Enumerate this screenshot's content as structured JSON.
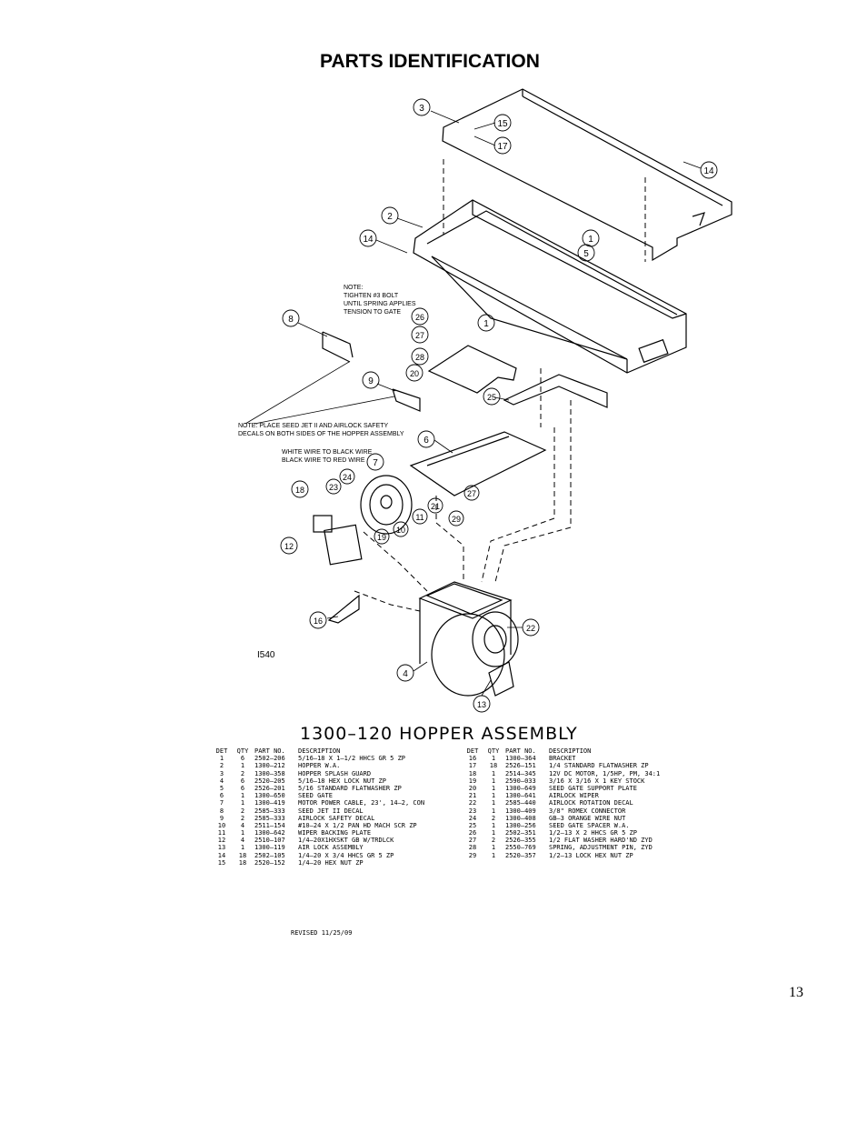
{
  "page": {
    "title": "PARTS IDENTIFICATION",
    "page_number": "13"
  },
  "diagram": {
    "drawing_id": "I540",
    "callouts": [
      "3",
      "15",
      "17",
      "14",
      "2",
      "14",
      "1",
      "5",
      "8",
      "26",
      "27",
      "28",
      "20",
      "1",
      "9",
      "25",
      "6",
      "7",
      "24",
      "23",
      "18",
      "27",
      "21",
      "29",
      "11",
      "10",
      "19",
      "12",
      "16",
      "22",
      "4",
      "13"
    ],
    "notes": {
      "gate_note": [
        "NOTE:",
        "TIGHTEN #3 BOLT",
        "UNTIL SPRING APPLIES",
        "TENSION TO GATE"
      ],
      "decal_note": [
        "NOTE:  PLACE SEED JET II AND AIRLOCK SAFETY",
        "DECALS ON BOTH SIDES OF THE HOPPER ASSEMBLY"
      ],
      "wire_note": [
        "WHITE WIRE TO BLACK WIRE",
        "BLACK WIRE TO RED WIRE"
      ]
    }
  },
  "assembly": {
    "title": "1300–120  HOPPER  ASSEMBLY",
    "headers": {
      "det": "DET",
      "qty": "QTY",
      "part": "PART NO.",
      "desc": "DESCRIPTION"
    },
    "left_rows": [
      {
        "det": "1",
        "qty": "6",
        "part": "2502–206",
        "desc": "5/16–18 X 1–1/2 HHCS GR 5 ZP"
      },
      {
        "det": "2",
        "qty": "1",
        "part": "1300–212",
        "desc": "HOPPER W.A."
      },
      {
        "det": "3",
        "qty": "2",
        "part": "1300–358",
        "desc": "HOPPER SPLASH GUARD"
      },
      {
        "det": "4",
        "qty": "6",
        "part": "2520–205",
        "desc": "5/16–18 HEX LOCK NUT ZP"
      },
      {
        "det": "5",
        "qty": "6",
        "part": "2526–201",
        "desc": "5/16 STANDARD FLATWASHER ZP"
      },
      {
        "det": "6",
        "qty": "1",
        "part": "1300–650",
        "desc": "SEED GATE"
      },
      {
        "det": "7",
        "qty": "1",
        "part": "1300–419",
        "desc": "MOTOR POWER CABLE, 23', 14–2, CON"
      },
      {
        "det": "8",
        "qty": "2",
        "part": "2585–333",
        "desc": "SEED JET II DECAL"
      },
      {
        "det": "9",
        "qty": "2",
        "part": "2585–333",
        "desc": "AIRLOCK SAFETY DECAL"
      },
      {
        "det": "10",
        "qty": "4",
        "part": "2511–154",
        "desc": "#10–24 X 1/2 PAN HD MACH SCR ZP"
      },
      {
        "det": "11",
        "qty": "1",
        "part": "1300–642",
        "desc": "WIPER BACKING PLATE"
      },
      {
        "det": "12",
        "qty": "4",
        "part": "2510–107",
        "desc": "1/4–20X1HXSKT GB W/TRDLCK"
      },
      {
        "det": "13",
        "qty": "1",
        "part": "1300–119",
        "desc": "AIR LOCK ASSEMBLY"
      },
      {
        "det": "14",
        "qty": "18",
        "part": "2502–105",
        "desc": "1/4–20 X 3/4 HHCS GR 5 ZP"
      },
      {
        "det": "15",
        "qty": "18",
        "part": "2520–152",
        "desc": "1/4–20 HEX NUT ZP"
      }
    ],
    "right_rows": [
      {
        "det": "16",
        "qty": "1",
        "part": "1300–364",
        "desc": "BRACKET"
      },
      {
        "det": "17",
        "qty": "18",
        "part": "2526–151",
        "desc": "1/4 STANDARD FLATWASHER ZP"
      },
      {
        "det": "18",
        "qty": "1",
        "part": "2514–345",
        "desc": "12V DC MOTOR, 1/5HP, PM, 34:1"
      },
      {
        "det": "19",
        "qty": "1",
        "part": "2590–033",
        "desc": "3/16 X 3/16 X 1 KEY STOCK"
      },
      {
        "det": "20",
        "qty": "1",
        "part": "1300–649",
        "desc": "SEED GATE SUPPORT PLATE"
      },
      {
        "det": "21",
        "qty": "1",
        "part": "1300–641",
        "desc": "AIRLOCK WIPER"
      },
      {
        "det": "22",
        "qty": "1",
        "part": "2585–440",
        "desc": "AIRLOCK ROTATION DECAL"
      },
      {
        "det": "23",
        "qty": "1",
        "part": "1300–409",
        "desc": "3/8\" ROMEX CONNECTOR"
      },
      {
        "det": "24",
        "qty": "2",
        "part": "1300–408",
        "desc": "GB–3 ORANGE WIRE NUT"
      },
      {
        "det": "25",
        "qty": "1",
        "part": "1300–256",
        "desc": "SEED GATE SPACER W.A."
      },
      {
        "det": "26",
        "qty": "1",
        "part": "2502–351",
        "desc": "1/2–13 X 2 HHCS GR 5 ZP"
      },
      {
        "det": "27",
        "qty": "2",
        "part": "2526–355",
        "desc": "1/2 FLAT WASHER HARD'ND ZYD"
      },
      {
        "det": "28",
        "qty": "1",
        "part": "2550–769",
        "desc": "SPRING, ADJUSTMENT PIN, ZYD"
      },
      {
        "det": "29",
        "qty": "1",
        "part": "2520–357",
        "desc": "1/2–13 LOCK HEX NUT ZP"
      }
    ],
    "revised": "REVISED 11/25/09"
  }
}
